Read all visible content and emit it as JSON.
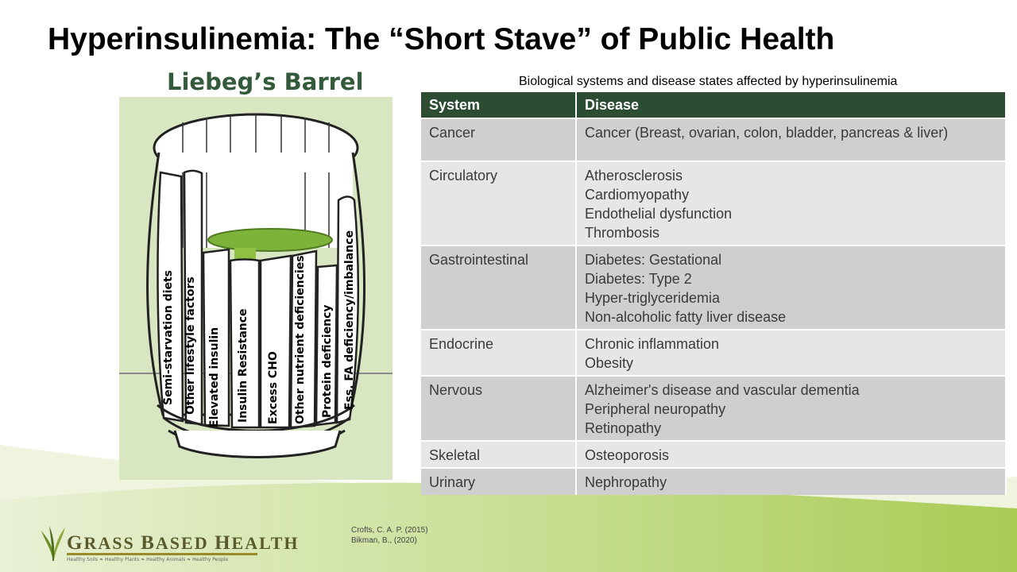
{
  "slide": {
    "title": "Hyperinsulinemia: The “Short Stave” of Public Health"
  },
  "barrel": {
    "heading": "Liebeg’s Barrel",
    "staves": [
      "Semi-starvation diets",
      "Other lifestyle factors",
      "Elevated insulin",
      "Insulin Resistance",
      "Excess CHO",
      "Other nutrient deficiencies",
      "Protein deficiency",
      "Ess. FA deficiency/imbalance"
    ]
  },
  "table": {
    "caption": "Biological systems and disease states affected by hyperinsulinemia",
    "headers": [
      "System",
      "Disease"
    ],
    "rows": [
      {
        "system": "Cancer",
        "diseases": [
          "Cancer (Breast, ovarian, colon, bladder, pancreas & liver)"
        ]
      },
      {
        "system": "Circulatory",
        "diseases": [
          "Atherosclerosis",
          "Cardiomyopathy",
          "Endothelial  dysfunction",
          "Thrombosis"
        ]
      },
      {
        "system": "Gastrointestinal",
        "diseases": [
          "Diabetes: Gestational",
          "Diabetes: Type 2",
          "Hyper-triglyceridemia",
          "Non-alcoholic  fatty liver disease"
        ]
      },
      {
        "system": "Endocrine",
        "diseases": [
          "Chronic  inflammation",
          "Obesity"
        ]
      },
      {
        "system": "Nervous",
        "diseases": [
          "Alzheimer's disease and vascular dementia",
          "Peripheral neuropathy",
          "Retinopathy"
        ]
      },
      {
        "system": "Skeletal",
        "diseases": [
          "Osteoporosis"
        ]
      },
      {
        "system": "Urinary",
        "diseases": [
          "Nephropathy"
        ]
      }
    ]
  },
  "references": [
    "Crofts, C. A. P. (2015)",
    "Bikman, B., (2020)"
  ],
  "logo": {
    "text_first": "G",
    "text_rest1": "RASS ",
    "text_second": "B",
    "text_rest2": "ASED ",
    "text_third": "H",
    "text_rest3": "EALTH",
    "tagline": "Healthy Soils  ❧  Healthy Plants  ❧  Healthy Animals  ❧  Healthy People"
  },
  "colors": {
    "title": "#000000",
    "barrel_heading": "#335a3a",
    "table_header_bg": "#2c4d32",
    "row_dark": "#cfcfcf",
    "row_light": "#e6e6e6",
    "barrel_panel": "#d9e6c2",
    "liquid": "#7db33a"
  }
}
